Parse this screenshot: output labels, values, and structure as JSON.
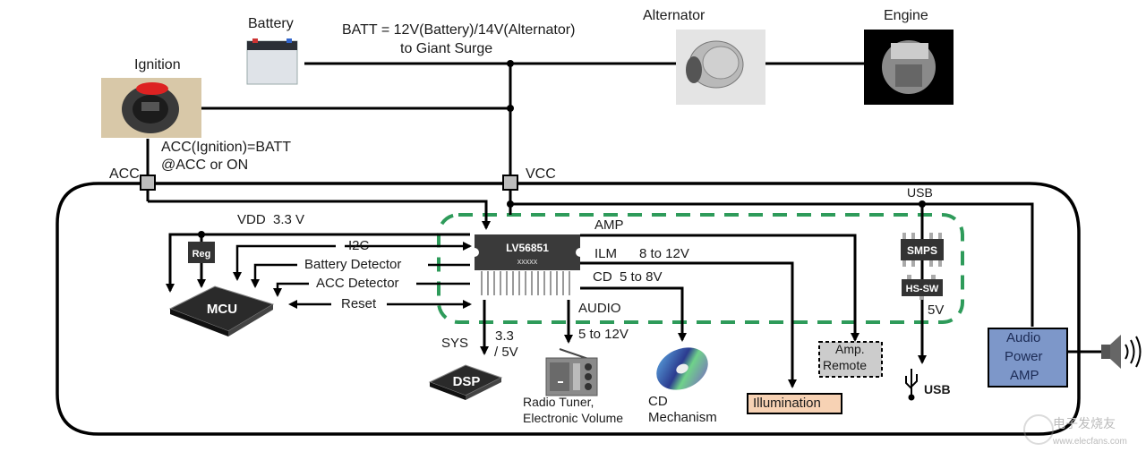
{
  "title": "Car Audio System Power Architecture with LV56851",
  "components": {
    "battery": "Battery",
    "ignition": "Ignition",
    "alternator": "Alternator",
    "engine": "Engine",
    "batt_line1": "BATT = 12V(Battery)/14V(Alternator)",
    "batt_line2": "to Giant Surge",
    "acc_line1": "ACC(Ignition)=BATT",
    "acc_line2": "@ACC or ON",
    "acc": "ACC",
    "vcc": "VCC",
    "usb_top": "USB",
    "vdd": "VDD  3.3 V",
    "reg": "Reg",
    "mcu": "MCU",
    "i2c": "I2C",
    "battery_detector": "Battery Detector",
    "acc_detector": "ACC Detector",
    "reset": "Reset",
    "ic_name": "LV56851",
    "ic_sub": "xxxxx",
    "amp": "AMP",
    "ilm": "ILM",
    "ilm_v": "8 to 12V",
    "cd": "CD  5 to 8V",
    "audio": "AUDIO",
    "audio_v": "5 to 12V",
    "sys": "SYS",
    "sys_v1": "3.3",
    "sys_v2": "/ 5V",
    "dsp": "DSP",
    "radio_line1": "Radio Tuner,",
    "radio_line2": "Electronic Volume",
    "cd_mech1": "CD",
    "cd_mech2": "Mechanism",
    "illumination": "Illumination",
    "amp_remote1": "Amp.",
    "amp_remote2": "Remote",
    "smps": "SMPS",
    "hssw": "HS-SW",
    "five_v": "5V",
    "usb_bottom": "USB",
    "apa1": "Audio",
    "apa2": "Power",
    "apa3": "AMP",
    "watermark": "电子发烧友",
    "watermark_url": "www.elecfans.com"
  },
  "colors": {
    "line": "#000000",
    "dashed_group": "#2e9b5a",
    "chip": "#333333",
    "illumination_bg": "#f7d2b4",
    "amp_remote_bg": "#cccccc",
    "audio_amp_bg": "#7d97c9",
    "audio_amp_text": "#1c2b55",
    "connector": "#bdbdbd"
  }
}
